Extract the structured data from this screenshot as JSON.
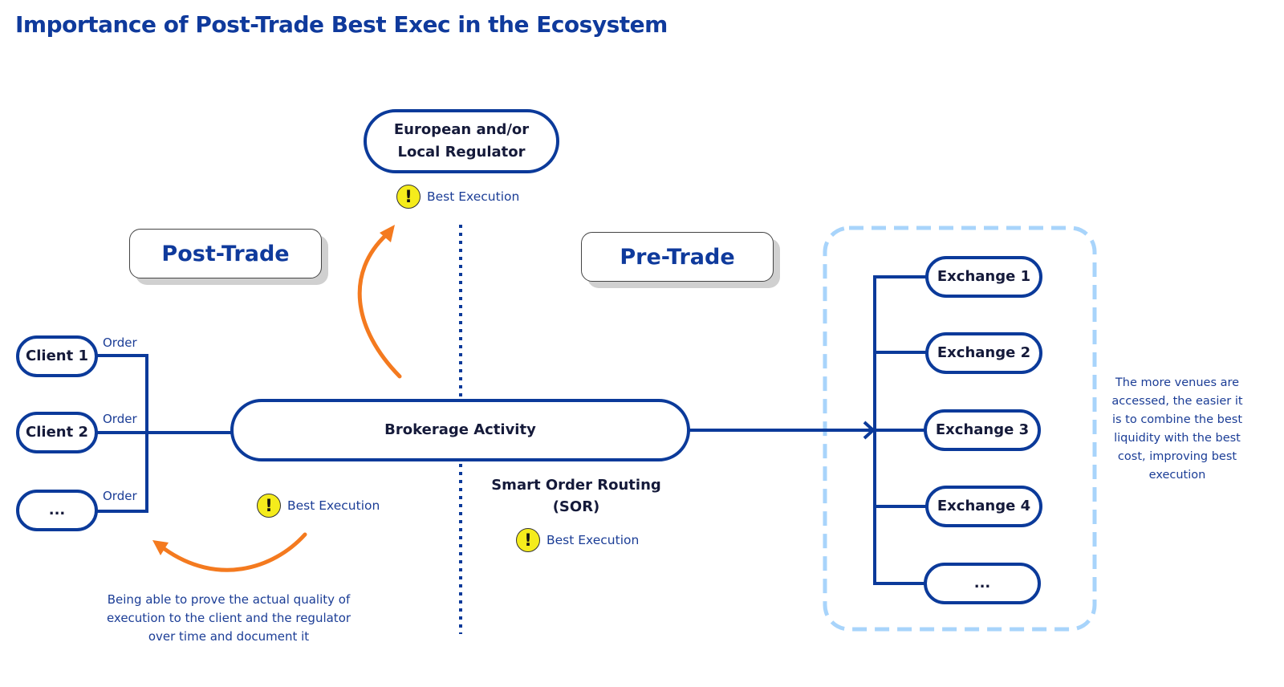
{
  "title": "Importance of Post-Trade Best Exec in the Ecosystem",
  "colors": {
    "title": "#0f3a9c",
    "node_border": "#0b3a9a",
    "connector": "#0b3a9a",
    "arrow_orange": "#f47a1f",
    "venue_box_dash": "#a8d4fb",
    "warning_fill": "#f5ec1c",
    "annotation_text": "#1b3d96"
  },
  "regulator": {
    "label": "European and/or Local Regulator",
    "best_execution": "Best Execution"
  },
  "phases": {
    "post_trade": "Post-Trade",
    "pre_trade": "Pre-Trade"
  },
  "clients": [
    {
      "label": "Client 1",
      "edge_label": "Order"
    },
    {
      "label": "Client 2",
      "edge_label": "Order"
    },
    {
      "label": "...",
      "edge_label": "Order"
    }
  ],
  "brokerage": {
    "label": "Brokerage Activity"
  },
  "post_trade_best_execution": "Best Execution",
  "post_trade_note": "Being able to prove the actual quality of execution to the client and the regulator over time and document it",
  "sor": {
    "label": "Smart Order Routing (SOR)",
    "best_execution": "Best Execution"
  },
  "exchanges": [
    {
      "label": "Exchange 1"
    },
    {
      "label": "Exchange 2"
    },
    {
      "label": "Exchange 3"
    },
    {
      "label": "Exchange 4"
    },
    {
      "label": "..."
    }
  ],
  "venues_note": "The more venues are accessed, the easier it is to combine the best liquidity with the best cost, improving best execution",
  "icons": {
    "warning": "!"
  }
}
